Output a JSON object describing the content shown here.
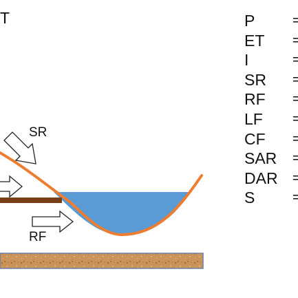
{
  "labels": {
    "top_left_fragment": "T",
    "sr_arrow": "SR",
    "rf_arrow": "RF"
  },
  "legend": [
    {
      "abbr": "P",
      "sep": "="
    },
    {
      "abbr": "ET",
      "sep": "="
    },
    {
      "abbr": "I",
      "sep": "="
    },
    {
      "abbr": "SR",
      "sep": "="
    },
    {
      "abbr": "RF",
      "sep": "="
    },
    {
      "abbr": "LF",
      "sep": "="
    },
    {
      "abbr": "CF",
      "sep": "="
    },
    {
      "abbr": "SAR",
      "sep": "="
    },
    {
      "abbr": "DAR",
      "sep": "="
    },
    {
      "abbr": "S",
      "sep": "="
    }
  ],
  "colors": {
    "water": "#5b9bd5",
    "slope_line": "#ed7d31",
    "soil_layer": "#7a3e18",
    "bedrock": "#c9935a"
  }
}
